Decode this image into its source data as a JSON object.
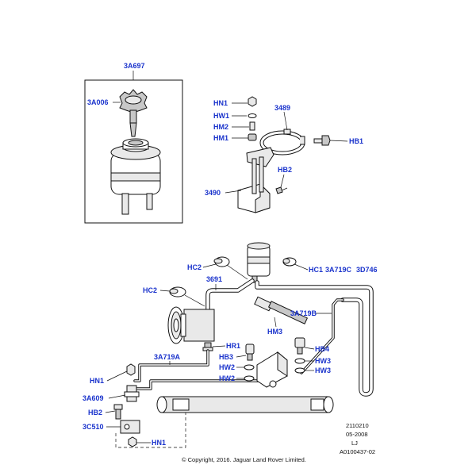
{
  "callouts": {
    "c_3A697": "3A697",
    "c_3A006": "3A006",
    "c_HN1_top": "HN1",
    "c_HW1_top": "HW1",
    "c_HM2": "HM2",
    "c_HM1": "HM1",
    "c_3489": "3489",
    "c_HB1": "HB1",
    "c_HB2_top": "HB2",
    "c_3490": "3490",
    "c_HC2_a": "HC2",
    "c_HC1": "HC1",
    "c_3A719C": "3A719C",
    "c_3D746": "3D746",
    "c_HC2_b": "HC2",
    "c_3691": "3691",
    "c_3A719B": "3A719B",
    "c_HM3": "HM3",
    "c_HR1": "HR1",
    "c_HB3": "HB3",
    "c_HW2_a": "HW2",
    "c_HW2_b": "HW2",
    "c_HB4": "HB4",
    "c_HW3_a": "HW3",
    "c_HW3_b": "HW3",
    "c_3A719A": "3A719A",
    "c_HN1_mid": "HN1",
    "c_3A609": "3A609",
    "c_HB2_low": "HB2",
    "c_3C510": "3C510",
    "c_HN1_low": "HN1"
  },
  "meta": {
    "ref_number": "2110210",
    "date": "05-2008",
    "initials": "LJ",
    "illustration_id": "A0100437-02",
    "copyright": "© Copyright, 2016. Jaguar Land Rover Limited."
  },
  "colors": {
    "callout": "#1a33cc",
    "line": "#111111"
  }
}
